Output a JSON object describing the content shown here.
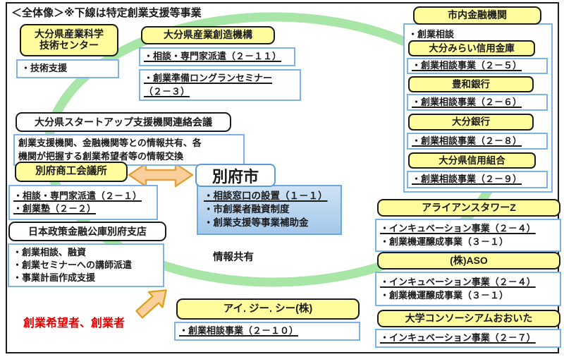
{
  "title": "＜全体像＞※下線は特定創業支援等事業",
  "colors": {
    "yellow": "#fffc9e",
    "blue_border": "#7eb2e4",
    "green_ring": "#a8e6a8",
    "arrow_fill": "#f9cf9b",
    "arrow_stroke": "#e2a13a",
    "red_text": "#e60000"
  },
  "left": {
    "sci_center": {
      "title": "大分県産業科学\n技術センター",
      "item": "・技術支援"
    },
    "souzou": {
      "title": "大分県産業創造機構",
      "item1": "・相談・専門家派遣（２－１１）",
      "item2": "・創業準備ロングランセミナー\n（２－３）"
    },
    "council": {
      "title": "大分県スタートアップ支援機関連絡会議",
      "desc": "創業支援機関、金融機関等との情報共有、各\n機関が把握する創業希望者等の情報交換"
    },
    "cci": {
      "title": "別府商工会議所",
      "item1": "・相談・専門家派遣（２－１）",
      "item2": "・創業塾（２－２）"
    },
    "jfc": {
      "title": "日本政策金融公庫別府支店",
      "item1": "・創業相談、融資",
      "item2": "・創業セミナーへの講師派遣",
      "item3": "・事業計画作成支援"
    },
    "seekers": "創業希望者、創業者"
  },
  "center": {
    "beppu": {
      "title": "別府市",
      "item1": "・相談窓口の設置（１－１）",
      "item2": "・市創業者融資制度",
      "item3": "・創業支援等事業補助金"
    },
    "info_share": "情報共有",
    "igc": {
      "title": "アイ. ジー. シー(株)",
      "item": "・創業相談事業（２－１０）"
    }
  },
  "right": {
    "finance": {
      "title": "市内金融機関",
      "item": "・創業相談",
      "banks": [
        {
          "name": "大分みらい信用金庫",
          "item": "・創業相談事業（２－５）"
        },
        {
          "name": "豊和銀行",
          "item": "・創業相談事業（２－６）"
        },
        {
          "name": "大分銀行",
          "item": "・創業相談事業（２－８）"
        },
        {
          "name": "大分県信用組合",
          "item": "・創業相談事業（２－９）"
        }
      ]
    },
    "alliance": {
      "title": "アライアンスタワーZ",
      "item1": "・インキュベーション事業（２－４）",
      "item2": "・創業機運醸成事業（３－１）"
    },
    "aso": {
      "title": "(株)ASO",
      "item1": "・インキュベーション事業（２－４）",
      "item2": "・創業機運醸成事業（３－１）"
    },
    "univ": {
      "title": "大学コンソーシアムおおいた",
      "item": "・インキュベーション事業（２－７）"
    }
  }
}
